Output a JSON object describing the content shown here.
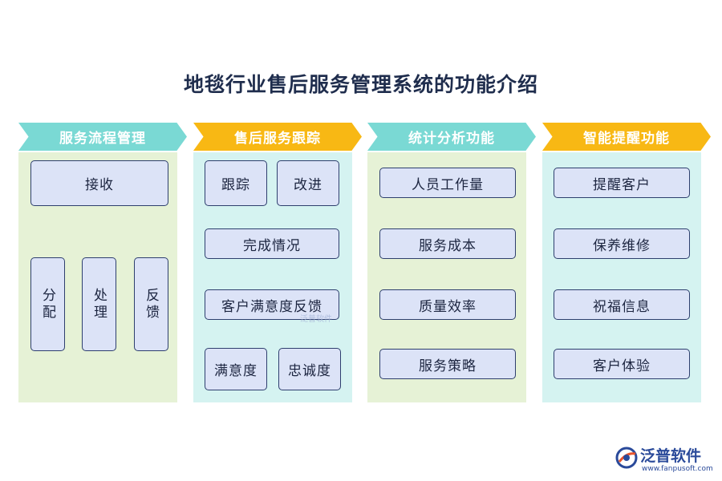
{
  "title": "地毯行业售后服务管理系统的功能介绍",
  "colors": {
    "teal_header": "#7ad9d4",
    "yellow_header": "#f8b814",
    "green_panel": "#e6f2d6",
    "teal_panel": "#d5f3f1",
    "box_fill": "#dce3f7",
    "box_border": "#2e3f6e"
  },
  "columns": [
    {
      "header": "服务流程管理",
      "items": [
        {
          "label": "接收"
        },
        {
          "label": "分配"
        },
        {
          "label": "处理"
        },
        {
          "label": "反馈"
        }
      ]
    },
    {
      "header": "售后服务跟踪",
      "items": [
        {
          "label": "跟踪"
        },
        {
          "label": "改进"
        },
        {
          "label": "完成情况"
        },
        {
          "label": "客户满意度反馈"
        },
        {
          "label": "满意度"
        },
        {
          "label": "忠诚度"
        }
      ]
    },
    {
      "header": "统计分析功能",
      "items": [
        {
          "label": "人员工作量"
        },
        {
          "label": "服务成本"
        },
        {
          "label": "质量效率"
        },
        {
          "label": "服务策略"
        }
      ]
    },
    {
      "header": "智能提醒功能",
      "items": [
        {
          "label": "提醒客户"
        },
        {
          "label": "保养维修"
        },
        {
          "label": "祝福信息"
        },
        {
          "label": "客户体验"
        }
      ]
    }
  ],
  "watermark": "泛普软件",
  "logo": {
    "icon": "fanpu-logo-icon",
    "name": "泛普软件",
    "url": "www.fanpusoft.com"
  }
}
